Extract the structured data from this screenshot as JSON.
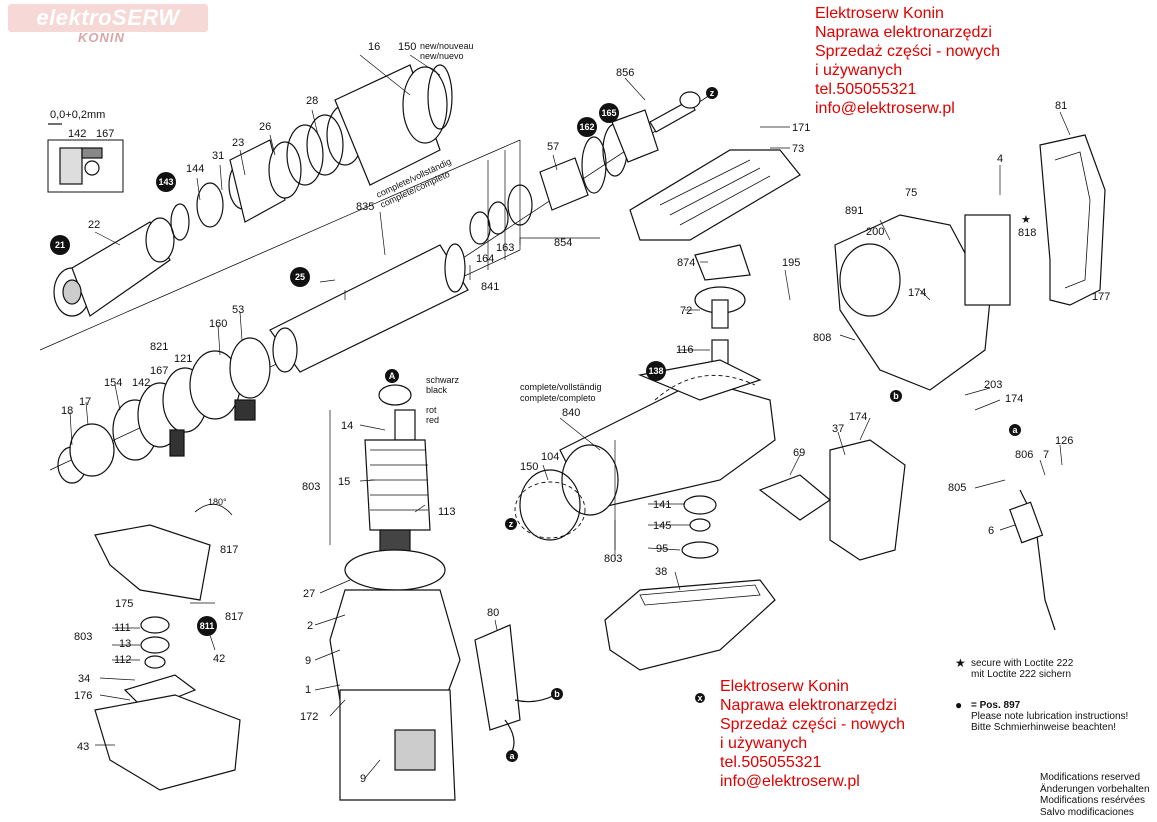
{
  "logo": {
    "brand": "elektroSERW",
    "city": "KONIN"
  },
  "promo": {
    "lines": [
      "Elektroserw Konin",
      "Naprawa elektronarzędzi",
      "Sprzedaż części - nowych",
      "i używanych",
      "tel.505055321",
      "info@elektroserw.pl"
    ],
    "color": "#e00000"
  },
  "dimension": {
    "text": "0,0+0,2mm"
  },
  "texts": {
    "new_nouveau": "new/nouveau",
    "new_nuevo": "new/nuevo",
    "complete_vollstandig": "complete/vollständig",
    "complete_completo": "complete/completo",
    "schwarz": "schwarz",
    "black": "black",
    "rot": "rot",
    "red": "red",
    "angle": "180°"
  },
  "parts": {
    "p16": "16",
    "p150": "150",
    "p28": "28",
    "p26": "26",
    "p23": "23",
    "p31": "31",
    "p144": "144",
    "p142": "142",
    "p167": "167",
    "p22": "22",
    "p835": "835",
    "p57": "57",
    "p856": "856",
    "p171": "171",
    "p73": "73",
    "p81": "81",
    "p4": "4",
    "p891": "891",
    "p200": "200",
    "p75": "75",
    "p818": "818",
    "p195": "195",
    "p174a": "174",
    "p177": "177",
    "p808": "808",
    "p203": "203",
    "p174b": "174",
    "p164": "164",
    "p163": "163",
    "p854": "854",
    "p841": "841",
    "p874": "874",
    "p72": "72",
    "p116": "116",
    "p53": "53",
    "p160": "160",
    "p821": "821",
    "p167b": "167",
    "p121": "121",
    "p154": "154",
    "p142b": "142",
    "p18": "18",
    "p17": "17",
    "p14": "14",
    "p803a": "803",
    "p15": "15",
    "p113": "113",
    "p840": "840",
    "p150b": "150",
    "p104": "104",
    "p174c": "174",
    "p37": "37",
    "p69": "69",
    "p806": "806",
    "p7": "7",
    "p126": "126",
    "p805": "805",
    "p6": "6",
    "p141": "141",
    "p145": "145",
    "p95": "95",
    "p803b": "803",
    "p38": "38",
    "p817a": "817",
    "p175": "175",
    "p111": "111",
    "p803c": "803",
    "p13": "13",
    "p112": "112",
    "p817b": "817",
    "p42": "42",
    "p34": "34",
    "p176": "176",
    "p43": "43",
    "p27": "27",
    "p2": "2",
    "p9a": "9",
    "p1": "1",
    "p172": "172",
    "p9b": "9",
    "p80": "80"
  },
  "badges": {
    "b143": "143",
    "b21": "21",
    "b25": "25",
    "b162": "162",
    "b165": "165",
    "b138": "138",
    "b811": "811"
  },
  "connectors": {
    "z1": "z",
    "z2": "z",
    "a1": "a",
    "a2": "a",
    "A": "A",
    "b1": "b",
    "b2": "b",
    "x": "x"
  },
  "legend": {
    "star_mark": "★",
    "star_line1": "secure with Loctite 222",
    "star_line2": "mit Loctite 222 sichern",
    "dot_mark": "●",
    "dot_pos": "= Pos. 897",
    "dot_line1": "Please note lubrication instructions!",
    "dot_line2": "Bitte Schmierhinweise beachten!"
  },
  "modifications": [
    "Modifications reserved",
    "Änderungen vorbehalten",
    "Modifications resérvées",
    "Salvo modificaciones"
  ]
}
